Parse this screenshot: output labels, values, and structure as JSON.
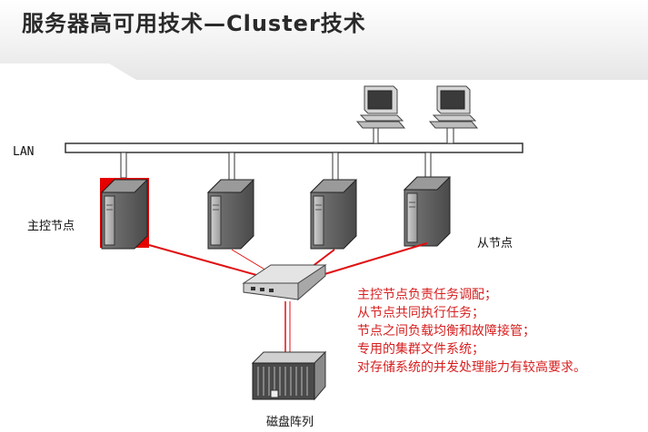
{
  "title": "服务器高可用技术—Cluster技术",
  "network_label": "LAN",
  "master_node_label": "主控节点",
  "slave_node_label": "从节点",
  "storage_label": "磁盘阵列",
  "notes": [
    "主控节点负责任务调配；",
    "从节点共同执行任务；",
    "节点之间负载均衡和故障接管；",
    "专用的集群文件系统；",
    "对存储系统的并发处理能力有较高要求。"
  ],
  "colors": {
    "accent": "#e01010",
    "note_text": "#d62020",
    "master_highlight": "#e60000"
  },
  "icons": [
    "workstation-icon",
    "server-tower-icon",
    "switch-icon",
    "disk-array-icon"
  ]
}
